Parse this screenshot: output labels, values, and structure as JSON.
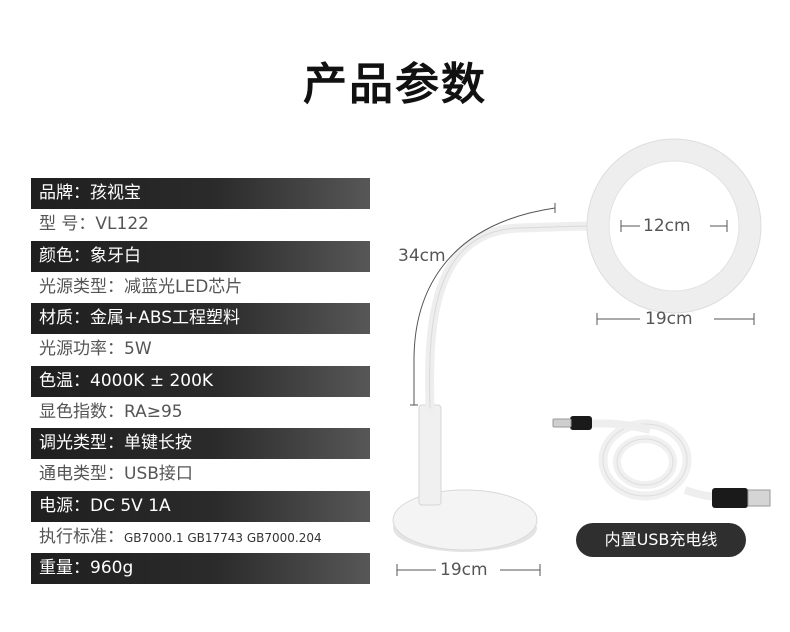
{
  "page": {
    "title": "产品参数"
  },
  "specs": [
    {
      "style": "dark",
      "text": "品牌：孩视宝"
    },
    {
      "style": "light",
      "text": "型 号：VL122"
    },
    {
      "style": "dark",
      "text": "颜色：象牙白"
    },
    {
      "style": "light",
      "text": "光源类型：减蓝光LED芯片"
    },
    {
      "style": "dark",
      "text": "材质：金属+ABS工程塑料"
    },
    {
      "style": "light",
      "text": " 光源功率：5W"
    },
    {
      "style": "dark",
      "text": "色温：4000K  ± 200K"
    },
    {
      "style": "light",
      "text": "显色指数：RA≥95"
    },
    {
      "style": "dark",
      "text": "调光类型：单键长按"
    },
    {
      "style": "light",
      "text": "通电类型：USB接口"
    },
    {
      "style": "dark",
      "text": "电源：DC  5V  1A"
    },
    {
      "style": "light",
      "label": "执行标准：",
      "small": "GB7000.1 GB17743 GB7000.204"
    },
    {
      "style": "dark",
      "text": "重量：960g"
    }
  ],
  "dimensions": {
    "arm_length": "34cm",
    "ring_inner": "12cm",
    "ring_outer": "19cm",
    "base_width": "19cm"
  },
  "badge": {
    "text": "内置USB充电线"
  },
  "colors": {
    "dark_row": "#2b2b2b",
    "badge_bg": "#2f2f2f",
    "lamp_body": "#f2f2f2"
  }
}
